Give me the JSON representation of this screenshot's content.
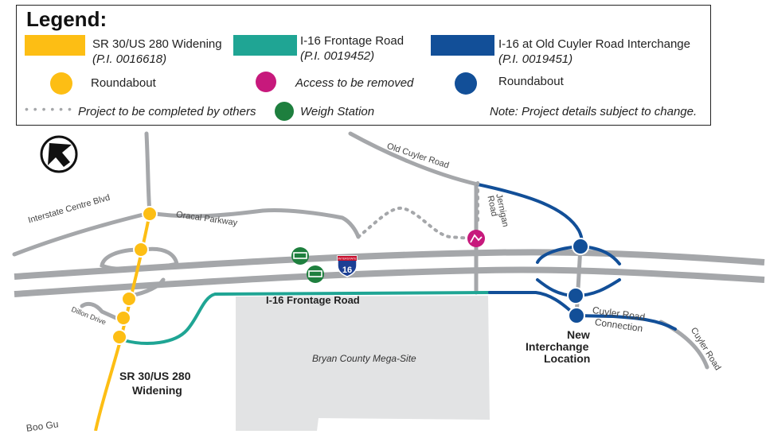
{
  "legend": {
    "title": "Legend:",
    "widening_name": "SR 30/US 280 Widening",
    "widening_pi": "(P.I. 0016618)",
    "frontage_name": "I-16 Frontage Road",
    "frontage_pi": "(P.I. 0019452)",
    "interchange_name": "I-16 at Old Cuyler Road Interchange",
    "interchange_pi": "(P.I. 0019451)",
    "roundabout_yellow": "Roundabout",
    "access_removed": "Access to be removed",
    "roundabout_blue": "Roundabout",
    "by_others": "Project to be completed by others",
    "weigh_station": "Weigh Station",
    "note": "Note: Project details subject to change."
  },
  "colors": {
    "yellow": "#FDBE14",
    "teal": "#1FA594",
    "blue": "#124F98",
    "magenta": "#C7197C",
    "green": "#1E7F3E",
    "road_gray": "#A5A7AA",
    "site_gray": "#E2E3E4"
  },
  "map": {
    "interstate_centre_blvd": "Interstate Centre Blvd",
    "oracal_parkway": "Oracal Parkway",
    "old_cuyler_road": "Old Cuyler Road",
    "jernigan_road": "Jernigan Road",
    "dillon_drive": "Dillon Drive",
    "frontage_road": "I-16 Frontage Road",
    "mega_site": "Bryan County Mega-Site",
    "widening_label_1": "SR 30/US 280",
    "widening_label_2": "Widening",
    "new_interchange_1": "New",
    "new_interchange_2": "Interchange",
    "new_interchange_3": "Location",
    "cuyler_connection_1": "Cuyler Road",
    "cuyler_connection_2": "Connection",
    "cuyler_road": "Cuyler Road",
    "interstate_shield_text": "INTERSTATE",
    "interstate_number": "16",
    "partial_bottom_label": "Boo Gu"
  }
}
